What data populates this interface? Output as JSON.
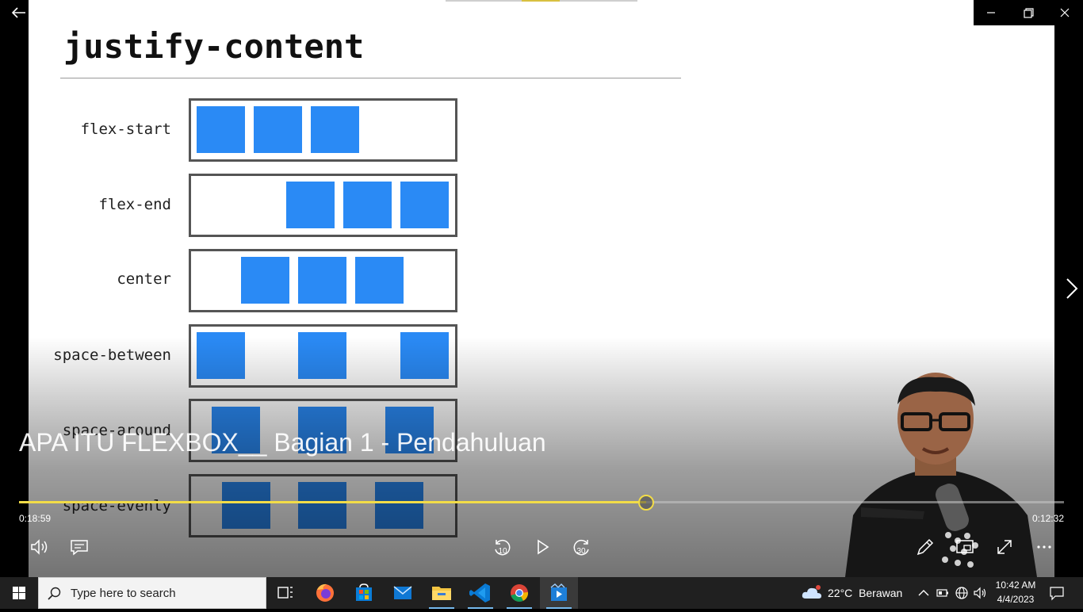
{
  "slide": {
    "title": "justify-content",
    "rows": [
      {
        "label": "flex-start"
      },
      {
        "label": "flex-end"
      },
      {
        "label": "center"
      },
      {
        "label": "space-between"
      },
      {
        "label": "space-around"
      },
      {
        "label": "space-evenly"
      }
    ]
  },
  "player": {
    "video_title": "APA ITU FLEXBOX__ Bagian 1 - Pendahuluan",
    "elapsed": "0:18:59",
    "remaining": "0:12:32",
    "progress": 0.6,
    "skip_back_label": "10",
    "skip_forward_label": "30",
    "accent_color": "#f2dc48"
  },
  "taskbar": {
    "search_placeholder": "Type here to search",
    "weather_temp": "22°C",
    "weather_desc": "Berawan",
    "time": "10:42 AM",
    "date": "4/4/2023"
  }
}
